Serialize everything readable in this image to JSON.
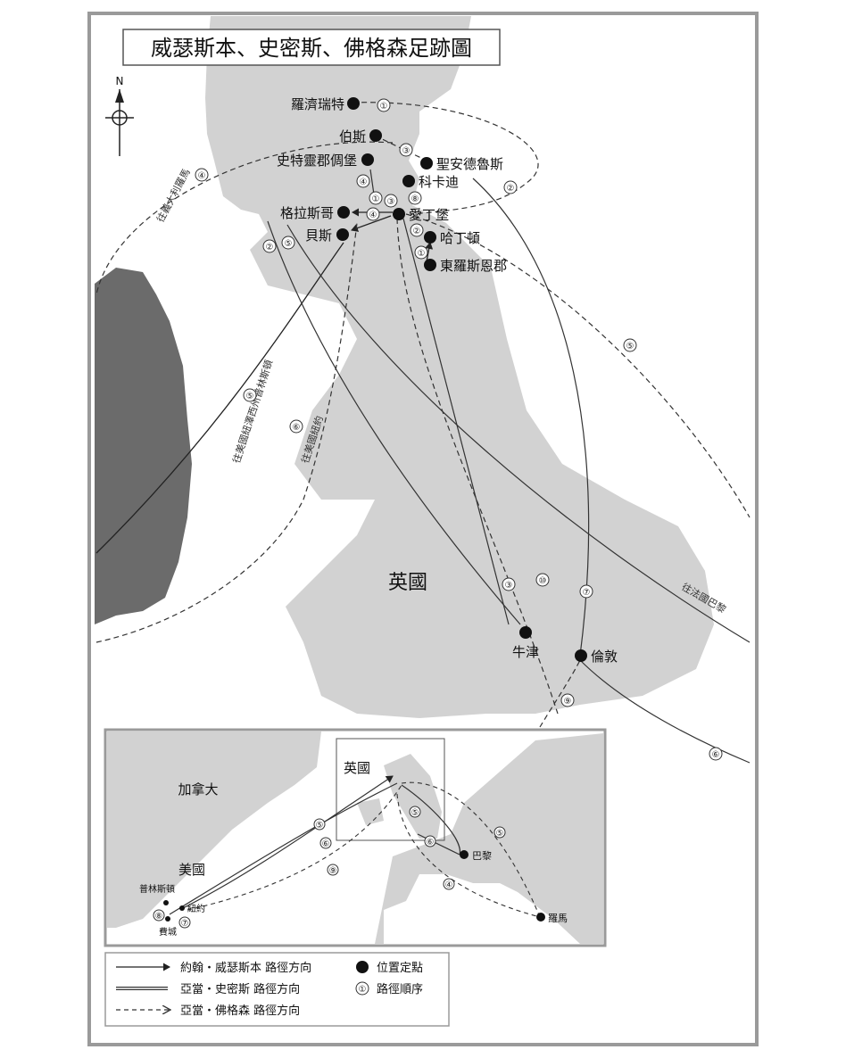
{
  "title": "威瑟斯本、史密斯、佛格森足跡圖",
  "north": "N",
  "places": {
    "rosneath": "羅濟瑞特",
    "perth": "伯斯",
    "stirling": "史特靈郡倜堡",
    "standrews": "聖安德魯斯",
    "kirkcaldy": "科卡迪",
    "glasgow": "格拉斯哥",
    "edinburgh": "愛丁堡",
    "beith": "貝斯",
    "haddington": "哈丁頓",
    "eastlothian": "東羅斯恩郡",
    "oxford": "牛津",
    "london": "倫敦"
  },
  "country_label": "英國",
  "route_notes": {
    "italy": "往義大利羅馬",
    "princeton": "往美國紐澤西州普林斯頓",
    "newyork": "往美國紐約",
    "paris": "往法國巴黎"
  },
  "route_numbers": [
    "①",
    "②",
    "③",
    "④",
    "⑤",
    "⑥",
    "⑦",
    "⑧",
    "⑨",
    "⑩"
  ],
  "inset": {
    "canada": "加拿大",
    "usa": "美國",
    "uk": "英國",
    "paris": "巴黎",
    "rome": "羅馬",
    "princeton": "普林斯頓",
    "newyork": "紐約",
    "philadelphia": "費城"
  },
  "legend": {
    "witherspoon": "約翰・威瑟斯本 路徑方向",
    "smith": "亞當・史密斯 路徑方向",
    "ferguson": "亞當・佛格森 路徑方向",
    "location": "位置定點",
    "order": "路徑順序"
  },
  "colors": {
    "land": "#d2d2d2",
    "ireland": "#6b6b6b",
    "frame": "#9a9a9a",
    "sea": "#ffffff"
  }
}
